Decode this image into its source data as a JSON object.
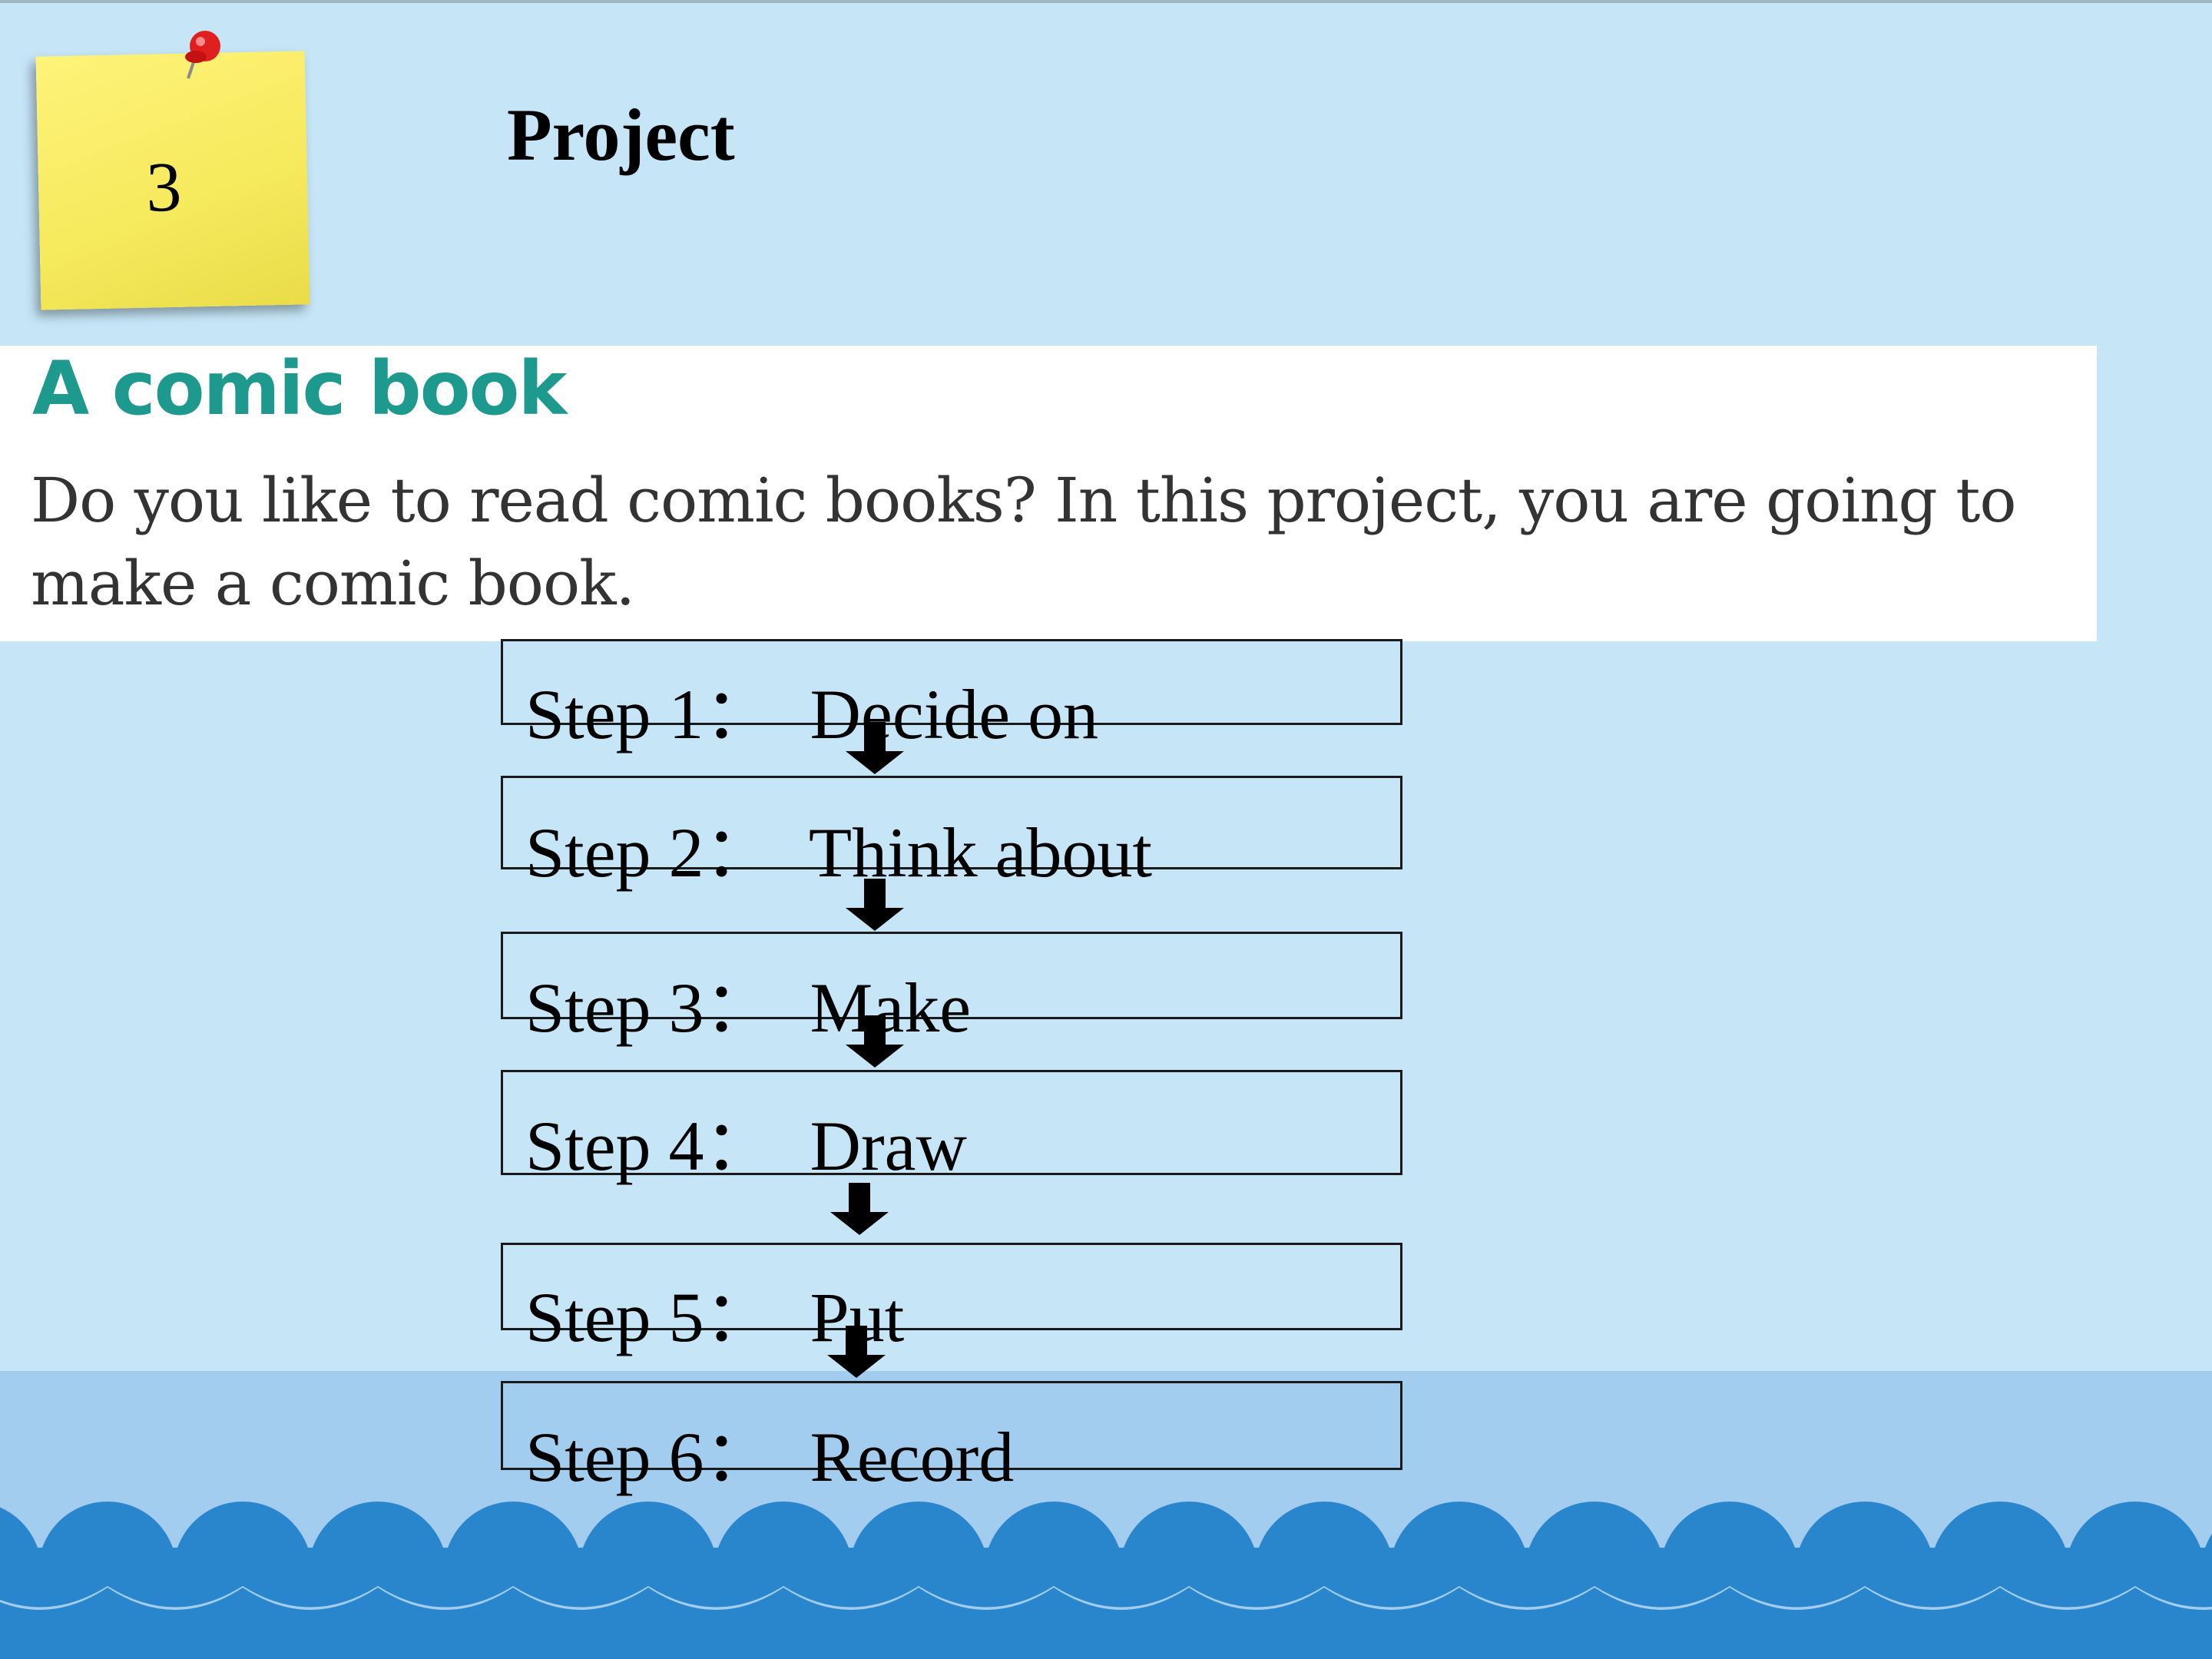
{
  "note": {
    "number": "3"
  },
  "header": {
    "title": "Project"
  },
  "intro": {
    "heading": "A comic book",
    "text": "Do you like to read comic books? In this project, you are going to make a comic book."
  },
  "steps": [
    {
      "label": "Step 1：  Decide on"
    },
    {
      "label": "Step 2：  Think about"
    },
    {
      "label": "Step 3：  Make"
    },
    {
      "label": "Step 4：  Draw"
    },
    {
      "label": "Step 5：  Put"
    },
    {
      "label": "Step 6：  Record"
    }
  ],
  "colors": {
    "background": "#c6e6f8",
    "band": "#a2cdef",
    "waves": "#2a86cc",
    "heading": "#1d9a8d",
    "note": "#f5e95c"
  }
}
